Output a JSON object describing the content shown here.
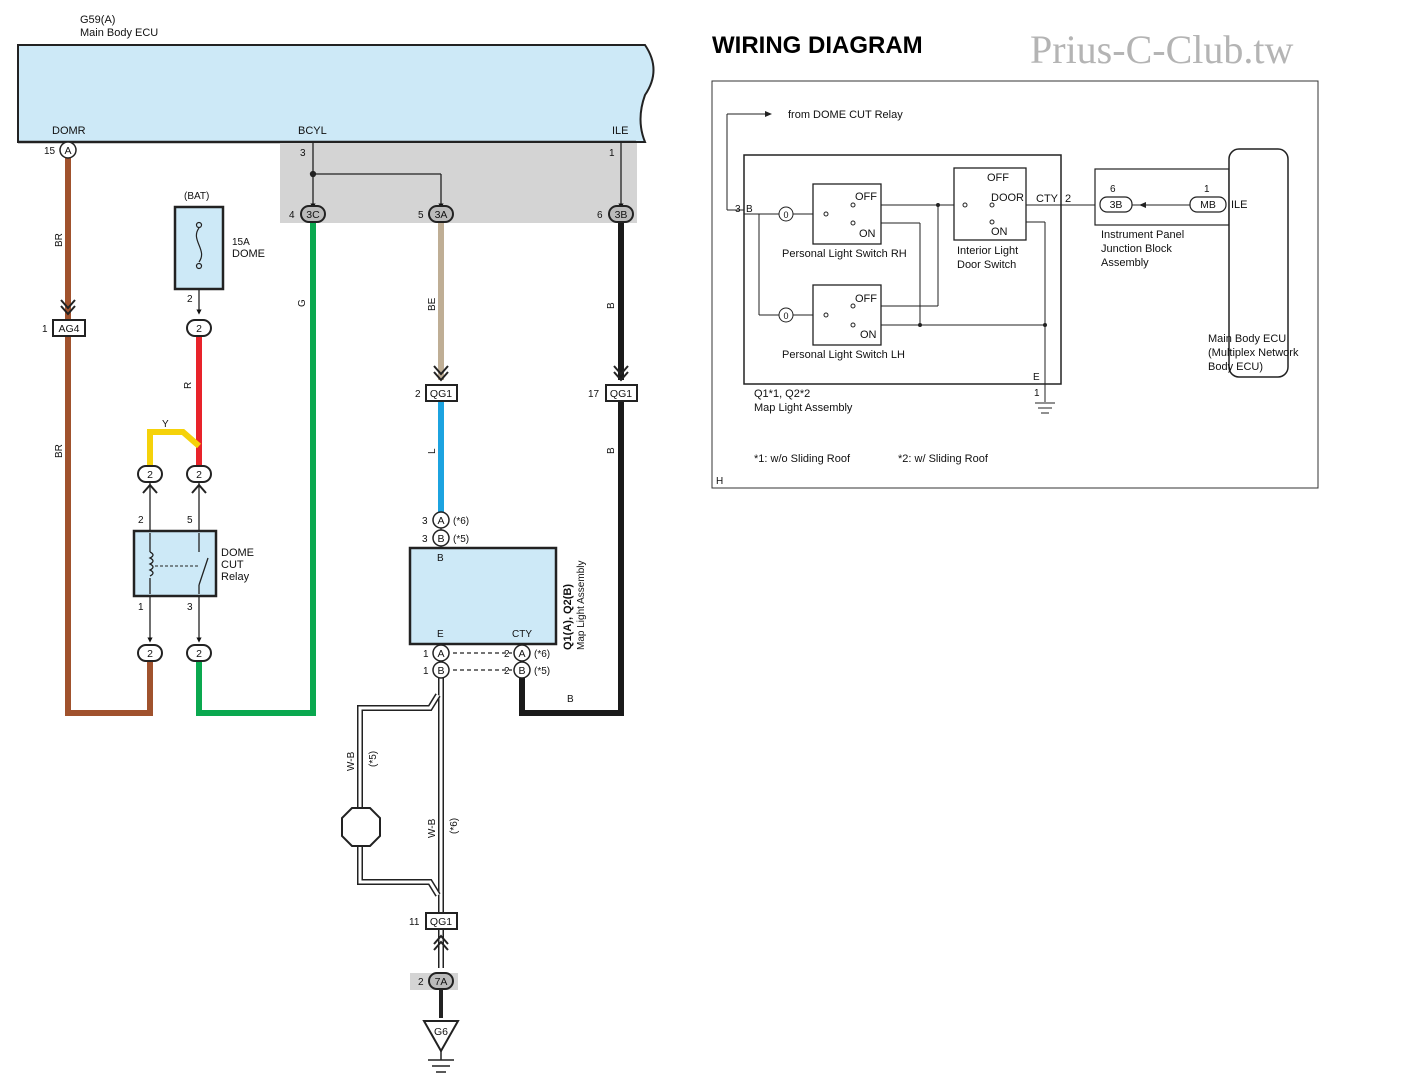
{
  "header": {
    "title": "WIRING DIAGRAM",
    "watermark": "Prius-C-Club.tw"
  },
  "ecu": {
    "id": "G59(A)",
    "name": "Main Body ECU",
    "pins": [
      "DOMR",
      "BCYL",
      "ILE"
    ],
    "pin_numbers": [
      "15",
      "3",
      "1"
    ],
    "connector": "A"
  },
  "junction": {
    "pins": [
      "4",
      "5",
      "6"
    ],
    "connectors": [
      "3C",
      "3A",
      "3B"
    ]
  },
  "fuse": {
    "source": "(BAT)",
    "rating": "15A",
    "name": "DOME",
    "pin": "2",
    "connector": "2"
  },
  "relay": {
    "name": [
      "DOME",
      "CUT",
      "Relay"
    ],
    "pins": [
      "2",
      "5",
      "1",
      "3"
    ],
    "connector": "2"
  },
  "connectors": {
    "ag4": {
      "pin": "1",
      "label": "AG4"
    },
    "qg1_top": {
      "pins": [
        "2",
        "17"
      ],
      "label": "QG1"
    },
    "qg1_bottom": {
      "pin": "11",
      "label": "QG1"
    },
    "j7a": {
      "pin": "2",
      "label": "7A"
    },
    "ground": "G6"
  },
  "wires": {
    "br": "BR",
    "r": "R",
    "y": "Y",
    "g": "G",
    "be": "BE",
    "b": "B",
    "l": "L",
    "wb": "W-B",
    "n5": "(*5)",
    "n6": "(*6)"
  },
  "map_light": {
    "title": "Q1(A), Q2(B)",
    "subtitle": "Map Light Assembly",
    "terminals": {
      "b": "B",
      "e": "E",
      "cty": "CTY"
    },
    "conn_a": "A",
    "conn_b": "B",
    "pin1": "1",
    "pin2": "2",
    "pin3": "3",
    "note_a": "(*6)",
    "note_b": "(*5)"
  },
  "inset": {
    "from_relay": "from DOME CUT Relay",
    "pin_3b": "3",
    "term_b": "B",
    "off": "OFF",
    "on": "ON",
    "door": "DOOR",
    "cty": "CTY",
    "cty_pin": "2",
    "switch_rh": "Personal Light Switch RH",
    "switch_lh": "Personal Light Switch LH",
    "door_switch": [
      "Interior Light",
      "Door Switch"
    ],
    "assembly": [
      "Q1*1, Q2*2",
      "Map Light Assembly"
    ],
    "term_e": "E",
    "e_pin": "1",
    "ipjb_pin": "6",
    "ipjb_conn": "3B",
    "ipjb": [
      "Instrument Panel",
      "Junction Block",
      "Assembly"
    ],
    "ecu_pin": "1",
    "ecu_conn": "MB",
    "ecu_term": "ILE",
    "ecu": [
      "Main Body ECU",
      "(Multiplex Network",
      "Body ECU)"
    ],
    "note1": "*1: w/o Sliding Roof",
    "note2": "*2: w/ Sliding Roof",
    "corner": "H"
  },
  "colors": {
    "ecu_fill": "#cde9f7",
    "brown": "#a0522d",
    "red": "#e8232a",
    "yellow": "#f5d20a",
    "green": "#0aa84f",
    "beige": "#bfae95",
    "blue": "#1ca3e0",
    "black": "#1a1a1a",
    "grey": "#d4d4d4"
  }
}
